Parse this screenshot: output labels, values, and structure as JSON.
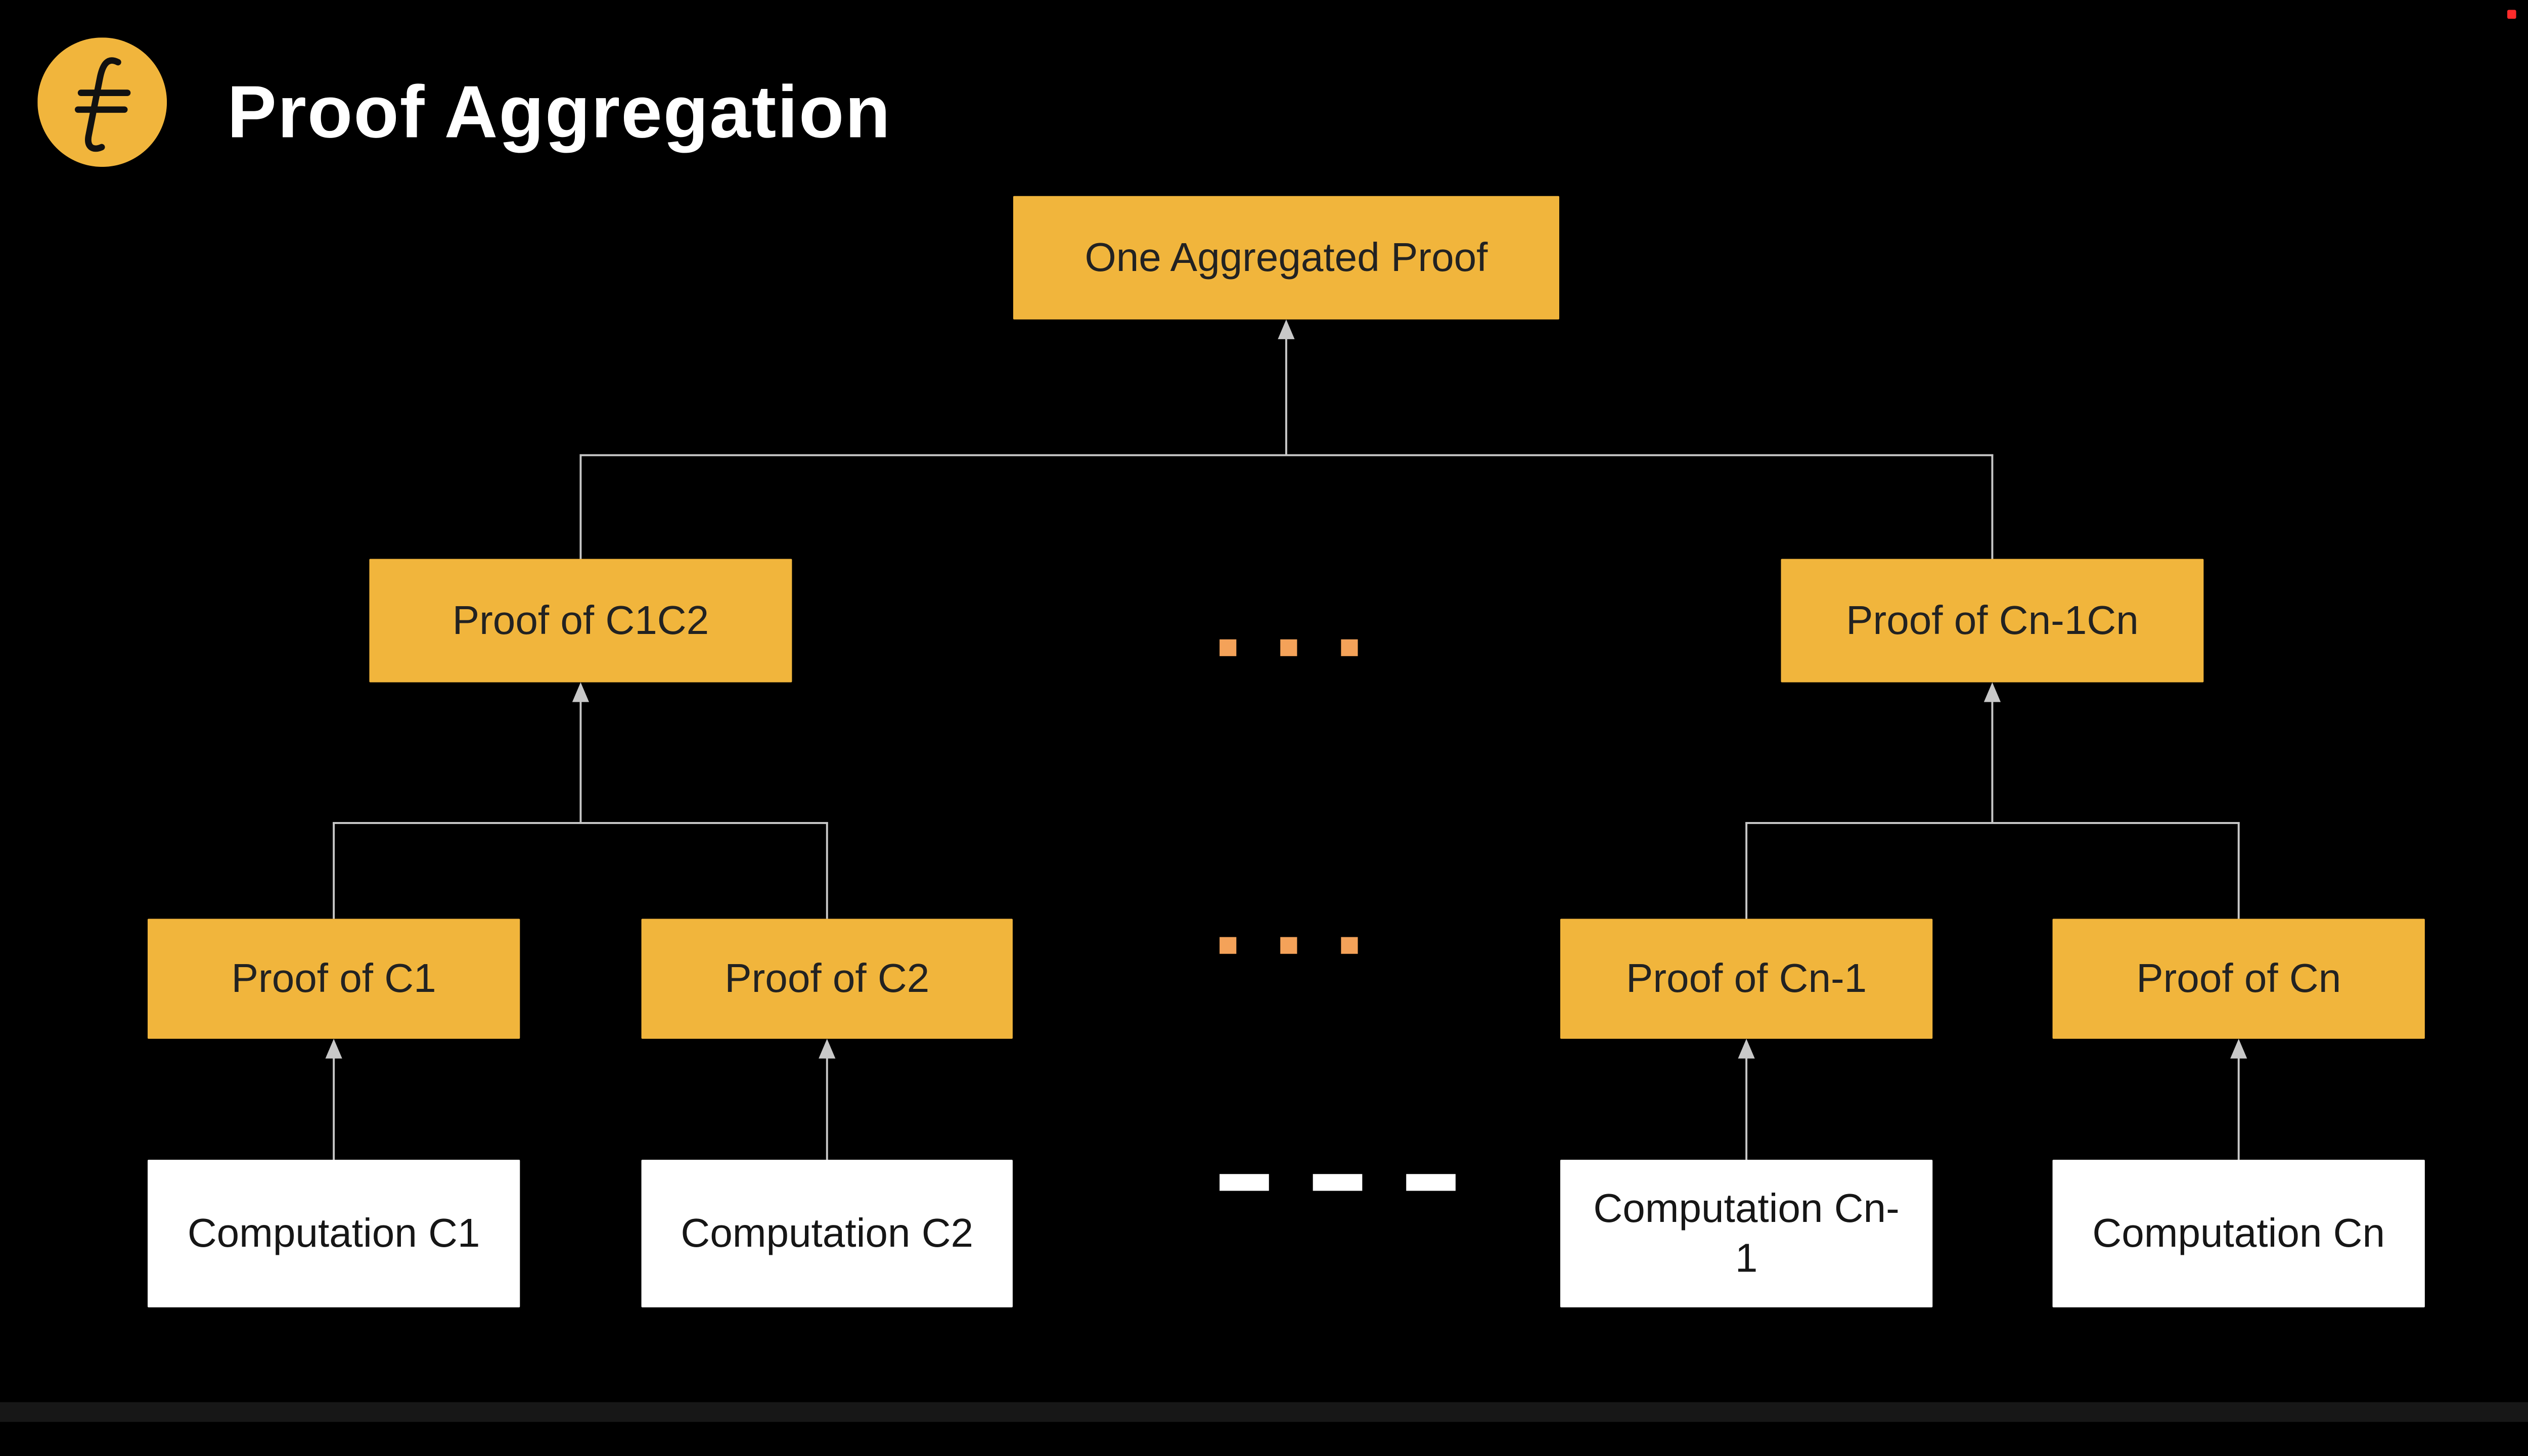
{
  "slide": {
    "title": "Proof Aggregation"
  },
  "colors": {
    "gold": "#F1B53C",
    "line": "#C8C8C8",
    "dot_orange": "#F4A259",
    "box_text": "#222222",
    "white_box": "#FFFFFF",
    "background": "#000000",
    "title": "#FFFFFF",
    "red_dot": "#FF2B2B"
  },
  "diagram": {
    "root": {
      "label": "One Aggregated Proof"
    },
    "level2": [
      {
        "label": "Proof of C1C2"
      },
      {
        "label": "Proof of Cn-1Cn"
      }
    ],
    "level3": [
      {
        "label": "Proof of C1"
      },
      {
        "label": "Proof of C2"
      },
      {
        "label": "Proof of Cn-1"
      },
      {
        "label": "Proof of Cn"
      }
    ],
    "computations": [
      {
        "label": "Computation C1"
      },
      {
        "label": "Computation C2"
      },
      {
        "label": "Computation Cn-1"
      },
      {
        "label": "Computation Cn"
      }
    ]
  }
}
